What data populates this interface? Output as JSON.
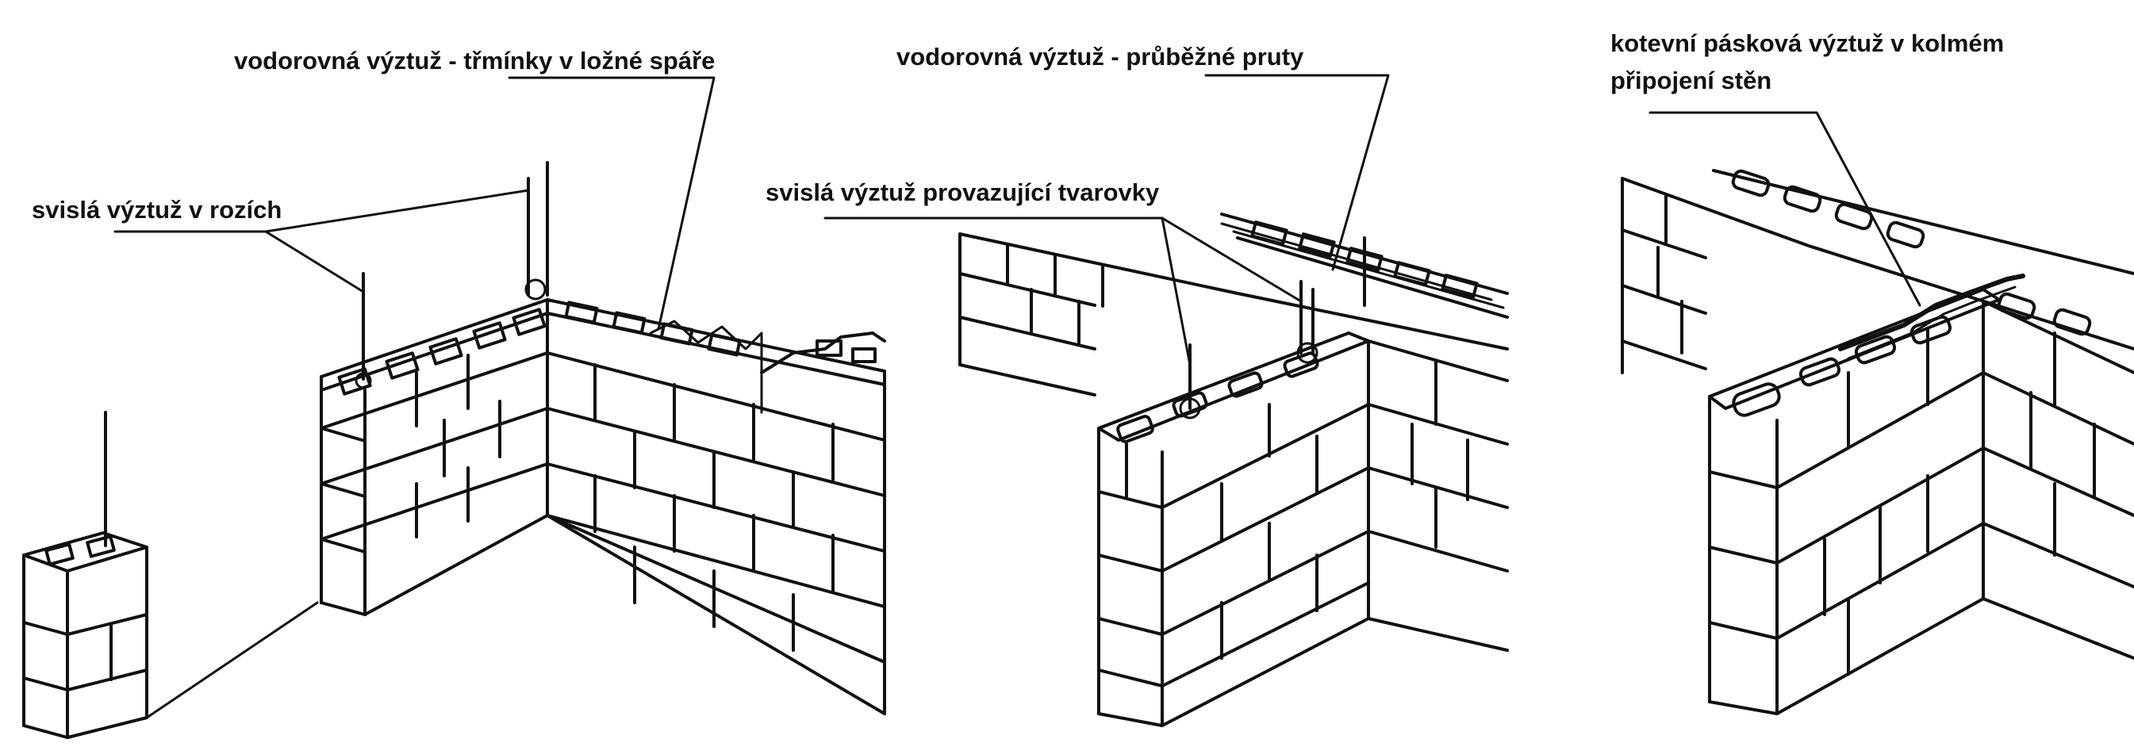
{
  "figure": {
    "labels": {
      "vertical_corners": "svislá výztuž  v rozích",
      "horizontal_stirrups": "vodorovná výztuž - třmínky v ložné spáře",
      "vertical_linking": "svislá výztuž provazující tvarovky",
      "horizontal_bars": "vodorovná výztuž - průběžné pruty",
      "anchor_strip_line1": "kotevní pásková výztuž v kolmém",
      "anchor_strip_line2": "připojení stěn"
    }
  }
}
